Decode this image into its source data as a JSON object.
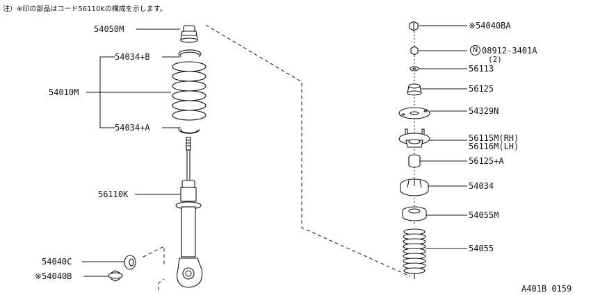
{
  "note": "注）※印の部品はコード56110Kの構成を示します。",
  "labels": {
    "p54050M": "54050M",
    "p54034B": "54034+B",
    "p54010M": "54010M",
    "p54034A": "54034+A",
    "p56110K": "56110K",
    "p54040C": "54040C",
    "p54040B": "※54040B",
    "p54040BA": "※54040BA",
    "p08912_circle": "N",
    "p08912": "08912-3401A",
    "p08912_qty": "(2)",
    "p56113": "56113",
    "p56125": "56125",
    "p54329N": "54329N",
    "p56115M": "56115M(RH)",
    "p56116M": "56116M(LH)",
    "p56125A": "56125+A",
    "p54034": "54034",
    "p54055M": "54055M",
    "p54055": "54055"
  },
  "diagram_id": "A401B 0159",
  "icons": {
    "bump_stopper": "bump-stopper-icon",
    "spring_seat": "spring-seat-icon",
    "coil_spring": "coil-spring-icon",
    "shock_absorber": "shock-absorber-icon",
    "washer": "washer-icon",
    "hex_nut": "hex-nut-icon",
    "flange_nut": "flange-nut-icon",
    "mount_plate": "mount-plate-icon",
    "insulator": "insulator-icon",
    "bushing": "bushing-icon",
    "bound_bumper": "bound-bumper-icon",
    "dust_boot": "dust-boot-icon"
  }
}
